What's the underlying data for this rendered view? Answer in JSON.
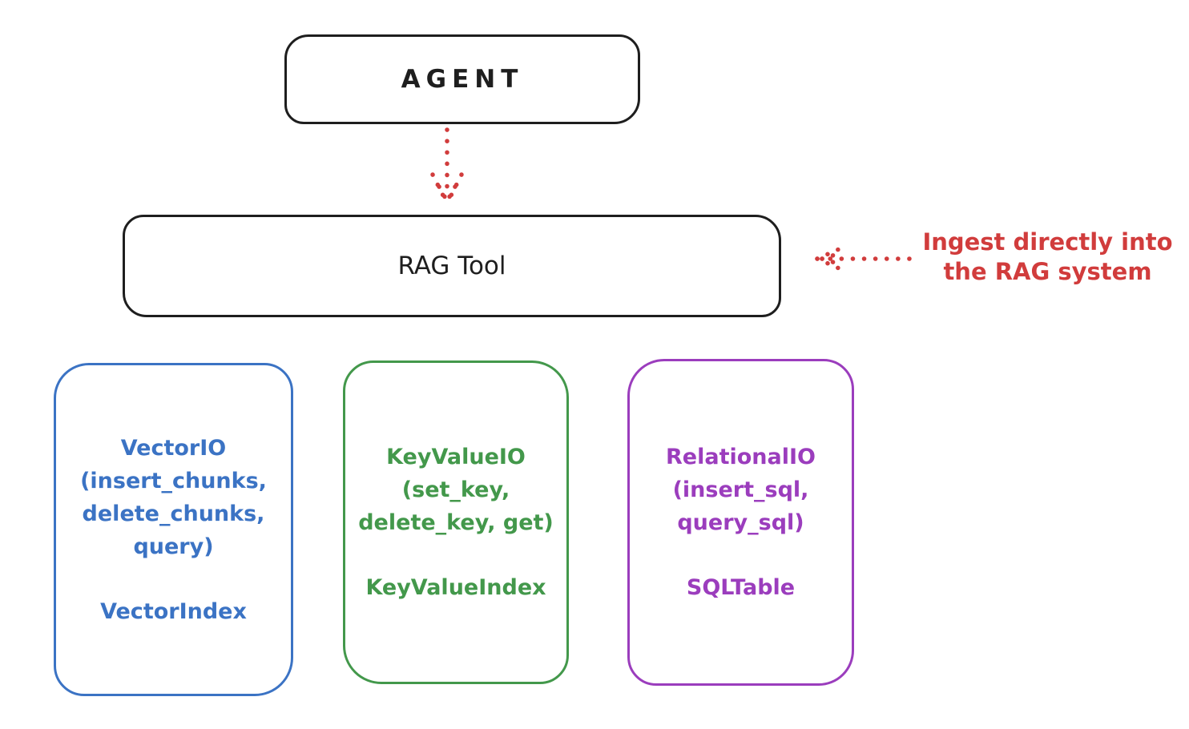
{
  "diagram": {
    "agent": {
      "label": "AGENT"
    },
    "rag_tool": {
      "label": "RAG Tool"
    },
    "agent_to_rag_arrow": {
      "color": "#d13c3c",
      "direction": "down"
    },
    "ingest_arrow": {
      "color": "#d13c3c",
      "direction": "left"
    },
    "annotation": {
      "line1": "Ingest directly into",
      "line2": "the RAG system",
      "color": "#d13c3c"
    },
    "stores": [
      {
        "name": "VectorIO",
        "methods": "(insert_chunks, delete_chunks, query)",
        "index": "VectorIndex",
        "color": "#3b73c4"
      },
      {
        "name": "KeyValueIO",
        "methods": "(set_key, delete_key, get)",
        "index": "KeyValueIndex",
        "color": "#43984b"
      },
      {
        "name": "RelationalIO",
        "methods": "(insert_sql, query_sql)",
        "index": "SQLTable",
        "color": "#9b3dbd"
      }
    ]
  }
}
